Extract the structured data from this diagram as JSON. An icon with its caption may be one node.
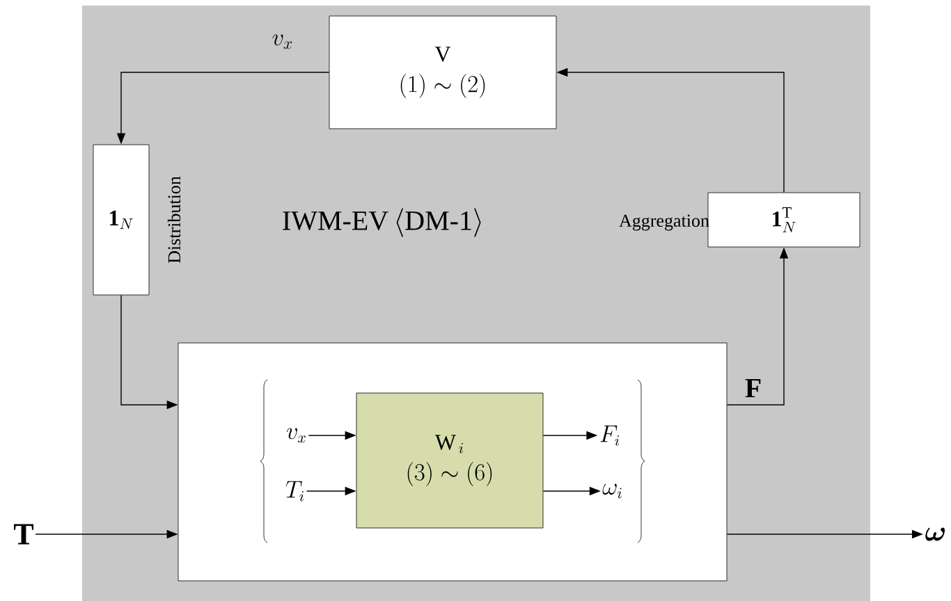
{
  "diagram": {
    "nodes": [
      {
        "text": [
          "\\mbox{IWM-EV}\\left\\langle\\mbox{DM-1}\\right\\rangle"
        ]
      },
      {
        "text": [
          "V",
          "(1)\\sim(2)"
        ],
        "in": 0
      },
      {
        "text": [
          "\\mathbf{1}_N"
        ],
        "in": 0,
        "beside": [
          "Distribution"
        ]
      },
      {
        "text": [
          "\\mathbf{1}_N^{\\mathrm{T}}"
        ],
        "in": 0,
        "beside": [
          "Aggregation"
        ]
      },
      {
        "text": [],
        "shape": "box",
        "in": 0
      },
      {
        "text": [
          "v_x"
        ],
        "in": 4
      },
      {
        "text": [
          "T_i"
        ],
        "in": 4
      },
      {
        "text": [
          "\\mathrm{W}_{\\,i}",
          "(3)\\sim(6)"
        ],
        "in": 4
      },
      {
        "text": [
          "F_i"
        ],
        "in": 4
      },
      {
        "text": [
          "\\omega_i"
        ],
        "in": 4
      },
      {
        "text": [
          "\\mathbf{T}"
        ]
      },
      {
        "text": [
          "\\boldsymbol{\\omega}"
        ]
      }
    ],
    "edges": [
      {
        "from": 1,
        "to": 2,
        "arrow": "to",
        "label": "v_x"
      },
      {
        "from": 2,
        "to": 4,
        "arrow": "to"
      },
      {
        "from": 4,
        "to": 3,
        "arrow": "to",
        "label": "\\mathbf{F}"
      },
      {
        "from": 3,
        "to": 1,
        "arrow": "to"
      },
      {
        "from": 10,
        "to": 4,
        "arrow": "to"
      },
      {
        "from": 4,
        "to": 11,
        "arrow": "to"
      },
      {
        "from": 5,
        "to": 7,
        "arrow": "to"
      },
      {
        "from": 6,
        "to": 7,
        "arrow": "to"
      },
      {
        "from": 7,
        "to": 8,
        "arrow": "to"
      },
      {
        "from": 7,
        "to": 9,
        "arrow": "to"
      }
    ]
  }
}
